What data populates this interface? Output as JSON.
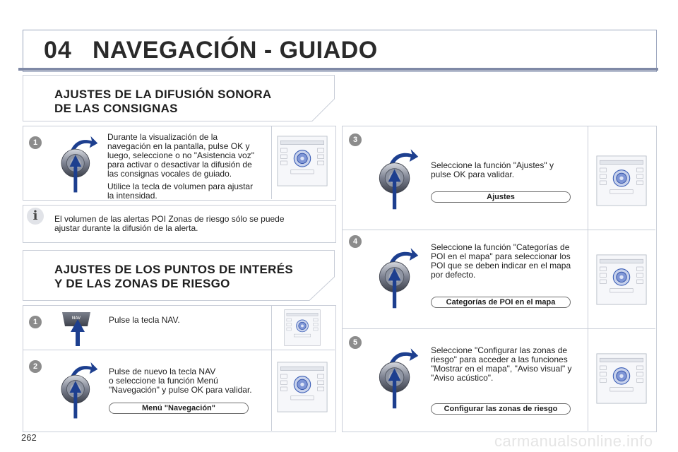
{
  "header": {
    "chapter": "04",
    "title": "NAVEGACIÓN - GUIADO"
  },
  "page_number": "262",
  "left": {
    "section1": {
      "title_line1": "AJUSTES DE LA DIFUSIÓN SONORA",
      "title_line2": "DE LAS CONSIGNAS",
      "step": {
        "num": "1",
        "text": [
          "Durante la visualización de la",
          "navegación en la pantalla, pulse OK y",
          "luego, seleccione o no \"Asistencia voz\"",
          "para activar o desactivar la difusión de",
          "las consignas vocales de guiado."
        ],
        "text2": [
          "Utilice la tecla de volumen para ajustar",
          "la intensidad."
        ]
      },
      "info_icon": "i",
      "info": [
        "El volumen de las alertas POI Zonas de riesgo sólo se puede",
        "ajustar durante la difusión de la alerta."
      ]
    },
    "section2": {
      "title_line1": "AJUSTES DE LOS PUNTOS DE INTERÉS",
      "title_line2": "Y DE LAS ZONAS DE RIESGO",
      "step1": {
        "num": "1",
        "text": "Pulse la tecla NAV.",
        "key_label": "NAV"
      },
      "step2": {
        "num": "2",
        "text": [
          "Pulse de nuevo la tecla NAV",
          "o seleccione la función Menú",
          "\"Navegación\" y pulse OK para validar."
        ],
        "pill": "Menú \"Navegación\""
      }
    }
  },
  "right": {
    "step3": {
      "num": "3",
      "text": [
        "Seleccione la función \"Ajustes\" y",
        "pulse OK para validar."
      ],
      "pill": "Ajustes"
    },
    "step4": {
      "num": "4",
      "text": [
        "Seleccione la función \"Categorías de",
        "POI en el mapa\" para seleccionar los",
        "POI que se deben indicar en el mapa",
        "por defecto."
      ],
      "pill": "Categorías de POI en el mapa"
    },
    "step5": {
      "num": "5",
      "text": [
        "Seleccione \"Configurar las zonas de",
        "riesgo\" para acceder a las funciones",
        "\"Mostrar en el mapa\", \"Aviso visual\" y",
        "\"Aviso acústico\"."
      ],
      "pill": "Configurar las zonas de riesgo"
    }
  },
  "footer": {
    "watermark": "carmanualsonline.info"
  },
  "colors": {
    "arrow": "#1d3f8f",
    "knob": "#555a66",
    "badge": "#8c8c8c",
    "header_line": "#7f89a6",
    "panel_border": "#c9ced8"
  },
  "icons": [
    "arrow-up-icon",
    "curved-arrow-icon",
    "control-knob-icon",
    "radio-unit-icon",
    "info-icon"
  ]
}
